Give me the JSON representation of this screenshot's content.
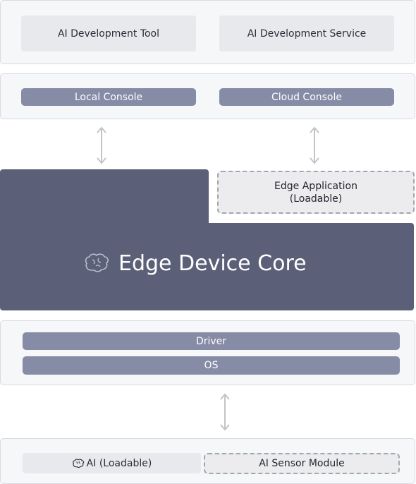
{
  "top_layer": {
    "ai_development_tool": "AI Development Tool",
    "ai_development_service": "AI Development Service"
  },
  "console_layer": {
    "local_console": "Local Console",
    "cloud_console": "Cloud Console"
  },
  "edge_application": {
    "line1": "Edge Application",
    "line2": "(Loadable)"
  },
  "edge_device_core": {
    "label": "Edge Device Core",
    "icon": "brain-icon"
  },
  "platform_layer": {
    "driver": "Driver",
    "os": "OS"
  },
  "sensor_layer": {
    "ai_loadable": "AI (Loadable)",
    "ai_sensor_module": "AI Sensor Module",
    "icon": "brain-icon"
  },
  "colors": {
    "core": "#5b6078",
    "bar": "#868ba6",
    "tile": "#e8e9ec",
    "panel": "#f6f7f9",
    "arrow": "#c2c4c9"
  }
}
